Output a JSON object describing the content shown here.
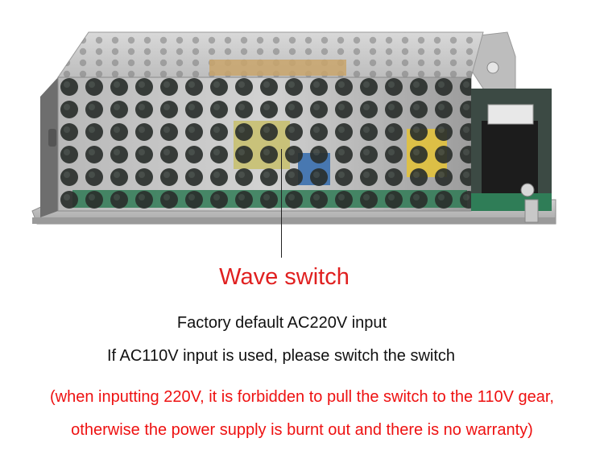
{
  "caption": {
    "title": "Wave switch",
    "line1": "Factory default AC220V input",
    "line2": "If AC110V input is used, please switch the switch",
    "warning_line1": "(when inputting 220V, it is forbidden to pull the switch to the 110V gear,",
    "warning_line2": "otherwise the power supply is burnt out and there is no warranty)"
  },
  "colors": {
    "title": "#e02020",
    "body_text": "#111111",
    "warning": "#ee1111"
  }
}
